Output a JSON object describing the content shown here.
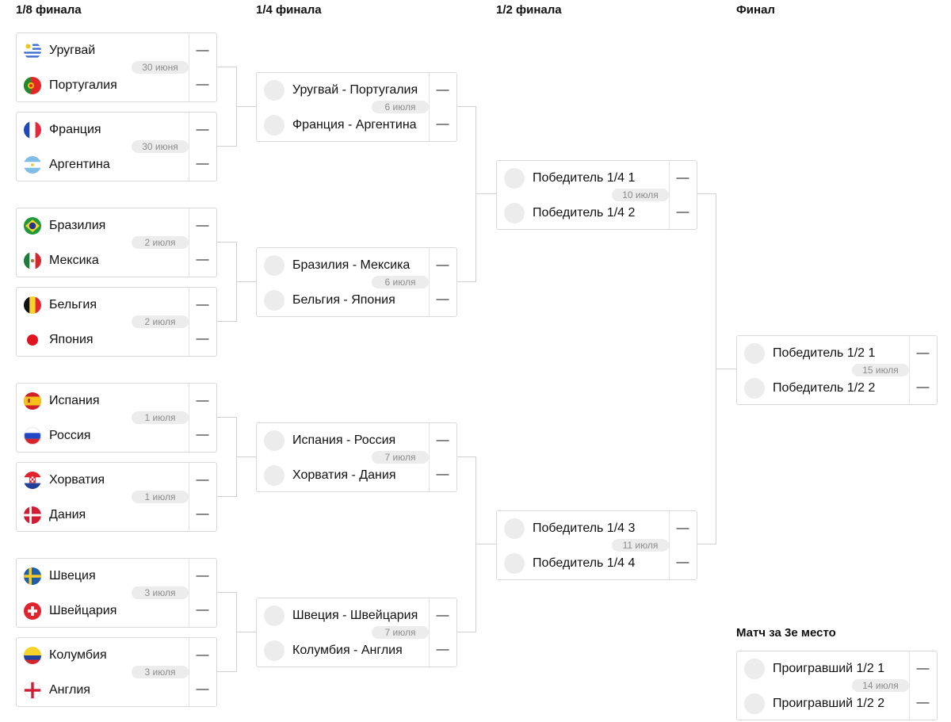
{
  "headers": {
    "r16": "1/8 финала",
    "qf": "1/4 финала",
    "sf": "1/2 финала",
    "final": "Финал",
    "third": "Матч за 3е место"
  },
  "r16": [
    {
      "team1": "Уругвай",
      "flag1": "uruguay-flag",
      "team2": "Португалия",
      "flag2": "portugal-flag",
      "score1": "—",
      "score2": "—",
      "date": "30 июня"
    },
    {
      "team1": "Франция",
      "flag1": "france-flag",
      "team2": "Аргентина",
      "flag2": "argentina-flag",
      "score1": "—",
      "score2": "—",
      "date": "30 июня"
    },
    {
      "team1": "Бразилия",
      "flag1": "brazil-flag",
      "team2": "Мексика",
      "flag2": "mexico-flag",
      "score1": "—",
      "score2": "—",
      "date": "2 июля"
    },
    {
      "team1": "Бельгия",
      "flag1": "belgium-flag",
      "team2": "Япония",
      "flag2": "japan-flag",
      "score1": "—",
      "score2": "—",
      "date": "2 июля"
    },
    {
      "team1": "Испания",
      "flag1": "spain-flag",
      "team2": "Россия",
      "flag2": "russia-flag",
      "score1": "—",
      "score2": "—",
      "date": "1 июля"
    },
    {
      "team1": "Хорватия",
      "flag1": "croatia-flag",
      "team2": "Дания",
      "flag2": "denmark-flag",
      "score1": "—",
      "score2": "—",
      "date": "1 июля"
    },
    {
      "team1": "Швеция",
      "flag1": "sweden-flag",
      "team2": "Швейцария",
      "flag2": "switzerland-flag",
      "score1": "—",
      "score2": "—",
      "date": "3 июля"
    },
    {
      "team1": "Колумбия",
      "flag1": "colombia-flag",
      "team2": "Англия",
      "flag2": "england-flag",
      "score1": "—",
      "score2": "—",
      "date": "3 июля"
    }
  ],
  "qf": [
    {
      "team1": "Уругвай - Португалия",
      "team2": "Франция - Аргентина",
      "score1": "—",
      "score2": "—",
      "date": "6 июля"
    },
    {
      "team1": "Бразилия - Мексика",
      "team2": "Бельгия - Япония",
      "score1": "—",
      "score2": "—",
      "date": "6 июля"
    },
    {
      "team1": "Испания - Россия",
      "team2": "Хорватия - Дания",
      "score1": "—",
      "score2": "—",
      "date": "7 июля"
    },
    {
      "team1": "Швеция - Швейцария",
      "team2": "Колумбия - Англия",
      "score1": "—",
      "score2": "—",
      "date": "7 июля"
    }
  ],
  "sf": [
    {
      "team1": "Победитель 1/4 1",
      "team2": "Победитель 1/4 2",
      "score1": "—",
      "score2": "—",
      "date": "10 июля"
    },
    {
      "team1": "Победитель 1/4 3",
      "team2": "Победитель 1/4 4",
      "score1": "—",
      "score2": "—",
      "date": "11 июля"
    }
  ],
  "final": {
    "team1": "Победитель 1/2 1",
    "team2": "Победитель 1/2 2",
    "score1": "—",
    "score2": "—",
    "date": "15 июля"
  },
  "third": {
    "team1": "Проигравший 1/2 1",
    "team2": "Проигравший 1/2 2",
    "score1": "—",
    "score2": "—",
    "date": "14 июля"
  },
  "colors": {
    "border": "#d9d9d9",
    "connector": "#d0d0d0",
    "date_pill_bg": "#ececec",
    "date_text": "#8c8c8c"
  }
}
